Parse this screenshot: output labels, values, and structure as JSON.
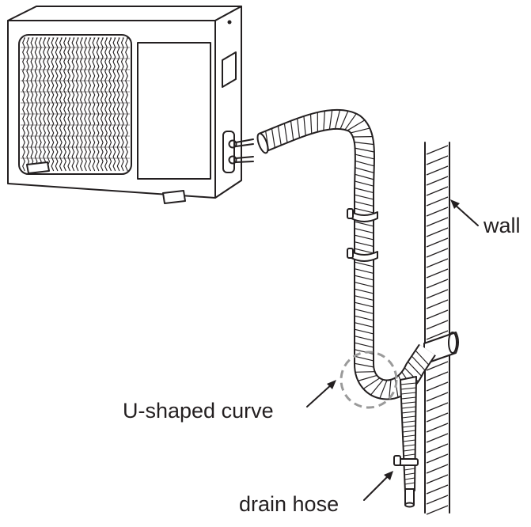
{
  "labels": {
    "wall": "wall",
    "u_curve": "U-shaped curve",
    "drain_hose": "drain hose"
  },
  "colors": {
    "ink": "#231f20",
    "highlight_circle": "#9a9a9a",
    "background": "#ffffff"
  },
  "icons": {
    "unit": "outdoor-ac-unit-icon",
    "pipe": "insulated-pipe-icon",
    "wall": "wall-section-icon",
    "hose": "drain-hose-icon"
  }
}
